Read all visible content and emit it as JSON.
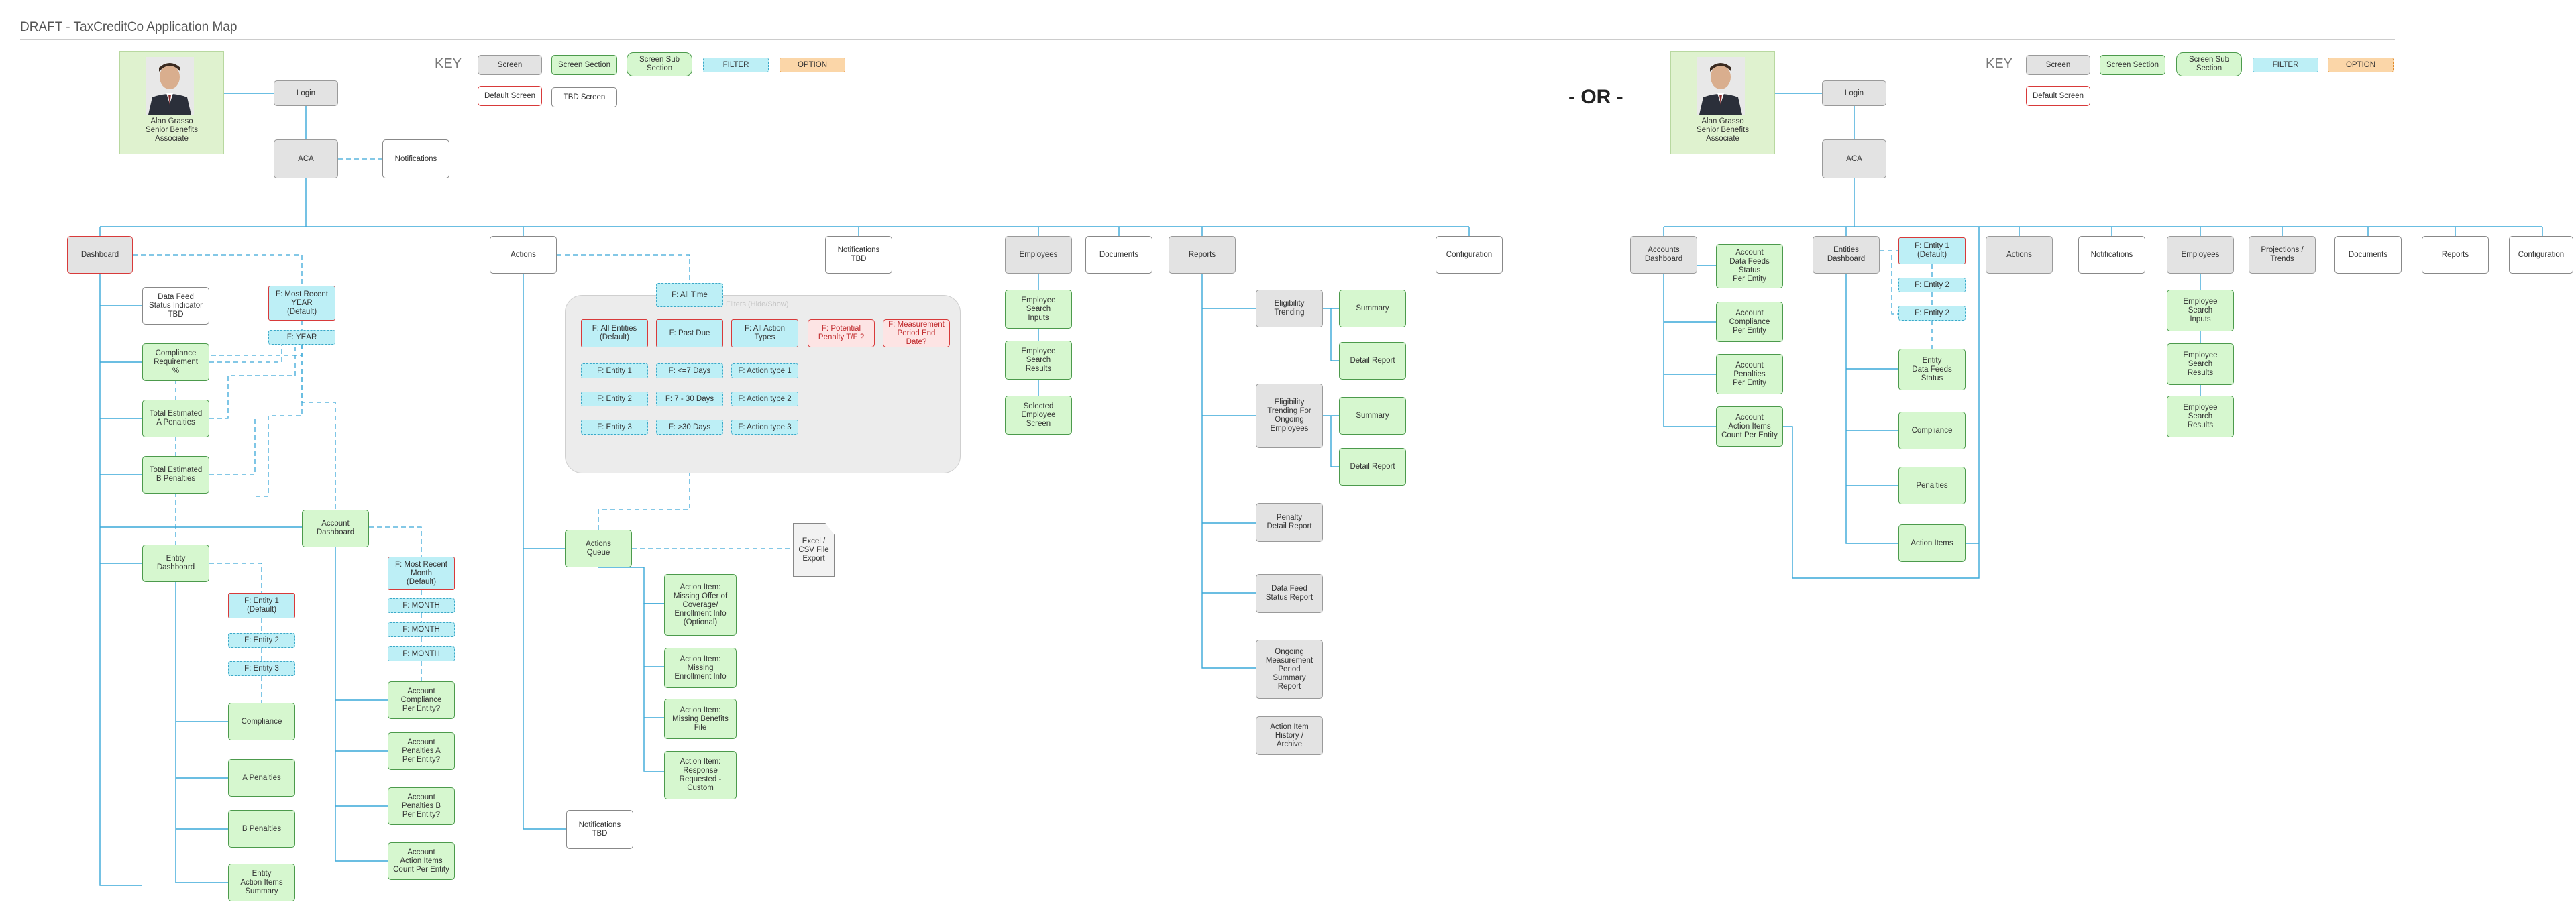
{
  "title": "DRAFT - TaxCreditCo Application Map",
  "or_label": "- OR -",
  "colors": {
    "connector": "#3aa8d8",
    "screen": "#e3e3e3",
    "section": "#d6f7cf",
    "filter": "#bdeff6",
    "option": "#fbd6a8",
    "default_border": "#d83a3a"
  },
  "profile": {
    "name": "Alan Grasso",
    "role": "Senior Benefits",
    "role2": "Associate",
    "avatar_icon": "person-portrait-icon"
  },
  "key": {
    "label": "KEY",
    "screen": "Screen",
    "screen_section": "Screen Section",
    "screen_sub_section": "Screen Sub\nSection",
    "filter": "FILTER",
    "option": "OPTION",
    "default_screen": "Default Screen",
    "tbd_screen": "TBD Screen"
  },
  "left": {
    "login": "Login",
    "aca": "ACA",
    "notifications_top": "Notifications",
    "dashboard": "Dashboard",
    "actions": "Actions",
    "notifications_tbd": "Notifications\nTBD",
    "employees": "Employees",
    "documents": "Documents",
    "reports": "Reports",
    "configuration": "Configuration",
    "data_feed_status": "Data Feed\nStatus Indicator\nTBD",
    "compliance_req": "Compliance\nRequirement\n%",
    "total_a": "Total Estimated\nA Penalties",
    "total_b": "Total Estimated\nB Penalties",
    "f_most_recent_year": "F: Most Recent\nYEAR\n(Default)",
    "f_year": "F: YEAR",
    "account_dashboard": "Account\nDashboard",
    "entity_dashboard": "Entity\nDashboard",
    "f_entity1": "F: Entity 1\n(Default)",
    "f_entity2": "F: Entity 2",
    "f_entity3": "F: Entity 3",
    "compliance": "Compliance",
    "a_penalties": "A Penalties",
    "b_penalties": "B Penalties",
    "entity_action_items": "Entity\nAction Items\nSummary",
    "f_most_recent_month": "F: Most Recent\nMonth\n(Default)",
    "f_month1": "F: MONTH",
    "f_month2": "F: MONTH",
    "f_month3": "F: MONTH",
    "acct_compliance": "Account\nCompliance\nPer Entity?",
    "acct_pen_a": "Account\nPenalties A\nPer Entity?",
    "acct_pen_b": "Account\nPenalties B\nPer Entity?",
    "acct_action_items": "Account\nAction Items\nCount Per Entity",
    "f_all_time": "F: All Time",
    "filters_group_label": "Filters (Hide/Show)",
    "f_all_entities": "F: All Entities\n(Default)",
    "f_past_due": "F: Past Due",
    "f_all_action_types": "F: All Action\nTypes",
    "f_potential_penalty": "F: Potential\nPenalty T/F ?",
    "f_measurement": "F: Measurement\nPeriod End\nDate?",
    "f_a_entity1": "F: Entity 1",
    "f_a_entity2": "F: Entity 2",
    "f_a_entity3": "F: Entity 3",
    "f_lt7": "F: <=7 Days",
    "f_7_30": "F: 7 - 30 Days",
    "f_gt30": "F: >30 Days",
    "f_type1": "F: Action type 1",
    "f_type2": "F: Action type 2",
    "f_type3": "F: Action type 3",
    "actions_queue": "Actions\nQueue",
    "csv_export": "Excel /\nCSV File\nExport",
    "ai_missing_offer": "Action Item:\nMissing Offer of\nCoverage/\nEnrollment Info\n(Optional)",
    "ai_missing_enroll": "Action Item:\nMissing\nEnrollment Info",
    "ai_missing_benefits": "Action Item:\nMissing Benefits\nFile",
    "ai_response": "Action Item:\nResponse\nRequested -\nCustom",
    "notifications_tbd_bottom": "Notifications\nTBD",
    "emp_search_inputs": "Employee\nSearch\nInputs",
    "emp_search_results": "Employee\nSearch\nResults",
    "emp_selected": "Selected\nEmployee\nScreen",
    "eligibility_trending": "Eligibility\nTrending",
    "summary1": "Summary",
    "detail_report1": "Detail Report",
    "elig_ongoing": "Eligibility\nTrending For\nOngoing\nEmployees",
    "summary2": "Summary",
    "detail_report2": "Detail Report",
    "penalty_detail": "Penalty\nDetail Report",
    "data_feed_report": "Data Feed\nStatus Report",
    "ongoing_measurement": "Ongoing\nMeasurement\nPeriod\nSummary\nReport",
    "action_history": "Action Item\nHistory /\nArchive"
  },
  "right": {
    "login": "Login",
    "aca": "ACA",
    "accounts_dashboard": "Accounts\nDashboard",
    "acct_data_feeds": "Account\nData Feeds\nStatus\nPer Entity",
    "acct_compliance": "Account\nCompliance\nPer Entity",
    "acct_penalties": "Account\nPenalties\nPer Entity",
    "acct_action_items": "Account\nAction Items\nCount Per Entity",
    "entities_dashboard": "Entities\nDashboard",
    "f_entity1": "F: Entity 1\n(Default)",
    "f_entity2a": "F: Entity 2",
    "f_entity2b": "F: Entity 2",
    "entity_data_feeds": "Entity\nData Feeds\nStatus",
    "compliance": "Compliance",
    "penalties": "Penalties",
    "action_items": "Action Items",
    "actions": "Actions",
    "notifications": "Notifications",
    "employees": "Employees",
    "emp_search_inputs": "Employee\nSearch\nInputs",
    "emp_search_results1": "Employee\nSearch\nResults",
    "emp_search_results2": "Employee\nSearch\nResults",
    "projections": "Projections /\nTrends",
    "documents": "Documents",
    "reports": "Reports",
    "configuration": "Configuration"
  }
}
